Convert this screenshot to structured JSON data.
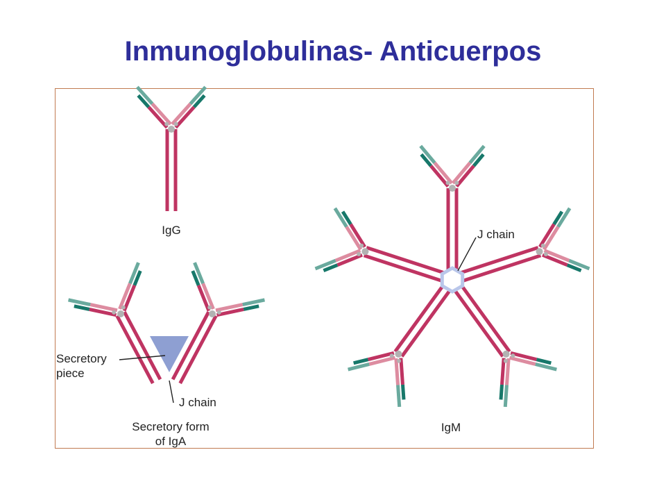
{
  "slide": {
    "title": "Inmunoglobulinas- Anticuerpos",
    "title_color": "#2e2e9a"
  },
  "figure": {
    "frame_color": "#c07a50",
    "colors": {
      "heavy_chain": "#bf3462",
      "light_chain": "#dd8ca0",
      "variable_teal": "#6aaa9e",
      "hypervariable": "#17786a",
      "hinge": "#b2b2b2",
      "secretory_piece": "#8e9fd2",
      "j_chain_ring": "#b9c6ea"
    },
    "labels": {
      "igg": "IgG",
      "secretory_piece_line1": "Secretory",
      "secretory_piece_line2": "piece",
      "iga_j_chain": "J chain",
      "iga_line1": "Secretory form",
      "iga_line2": "of IgA",
      "igm_j_chain": "J chain",
      "igm": "IgM"
    }
  }
}
